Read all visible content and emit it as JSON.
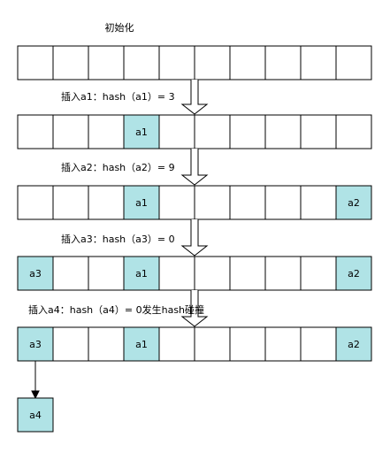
{
  "title": "初始化",
  "fill_color": "#b0e3e6",
  "steps": [
    {
      "label": "插入a1：hash（a1）= 3",
      "cells": {
        "3": "a1"
      }
    },
    {
      "label": "插入a2：hash（a2）= 9",
      "cells": {
        "3": "a1",
        "9": "a2"
      }
    },
    {
      "label": "插入a3：hash（a3）= 0",
      "cells": {
        "0": "a3",
        "3": "a1",
        "9": "a2"
      }
    },
    {
      "label": "插入a4：hash（a4）= 0发生hash碰撞",
      "cells": {
        "0": "a3",
        "3": "a1",
        "9": "a2"
      }
    }
  ],
  "chain": {
    "from_cell": 0,
    "node": "a4"
  }
}
